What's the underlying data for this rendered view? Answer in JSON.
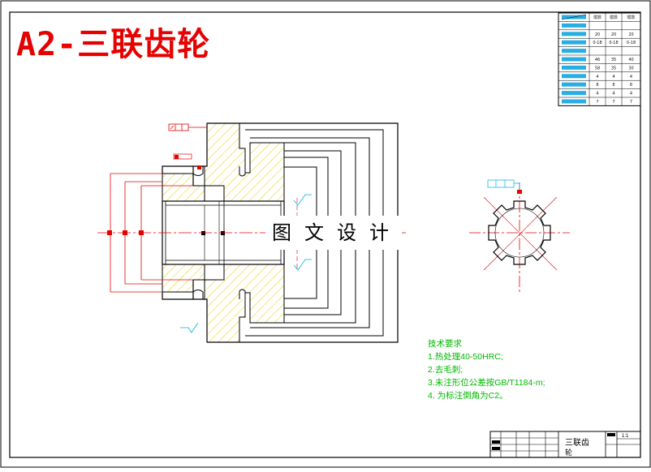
{
  "drawing": {
    "title": "A2-三联齿轮",
    "watermark": "图文设计",
    "colors": {
      "title_red": "#e60000",
      "outline": "#000000",
      "hatch": "#e0d200",
      "centerline": "#e60000",
      "dimension": "#e60000",
      "annotation": "#00b800",
      "table_fill": "#00a0e0"
    }
  },
  "tech_requirements": {
    "heading": "技术要求",
    "items": [
      "1.热处理40-50HRC;",
      "2.去毛刺;",
      "3.未注形位公差按GB/T1184-m;",
      "4. 为标注倒角为C2。"
    ]
  },
  "parameter_table": {
    "header": [
      "",
      "模数",
      "模数",
      "模数"
    ],
    "rows": [
      {
        "values": [
          "",
          "",
          "",
          ""
        ]
      },
      {
        "values": [
          "",
          "20",
          "20",
          "20"
        ]
      },
      {
        "values": [
          "",
          "0-18",
          "0-18",
          "0-18"
        ]
      },
      {
        "values": [
          "",
          "",
          "",
          ""
        ]
      },
      {
        "values": [
          "",
          "46",
          "35",
          "40"
        ]
      },
      {
        "values": [
          "",
          "58",
          "35",
          "30"
        ]
      },
      {
        "values": [
          "",
          "4",
          "4",
          "4"
        ]
      },
      {
        "values": [
          "",
          "8",
          "8",
          "8"
        ]
      },
      {
        "values": [
          "",
          "4",
          "4",
          "4"
        ]
      },
      {
        "values": [
          "",
          "7",
          "7",
          "7"
        ]
      }
    ]
  },
  "title_block": {
    "part_name_line1": "三联齿",
    "part_name_line2": "轮",
    "scale": "1:1"
  }
}
